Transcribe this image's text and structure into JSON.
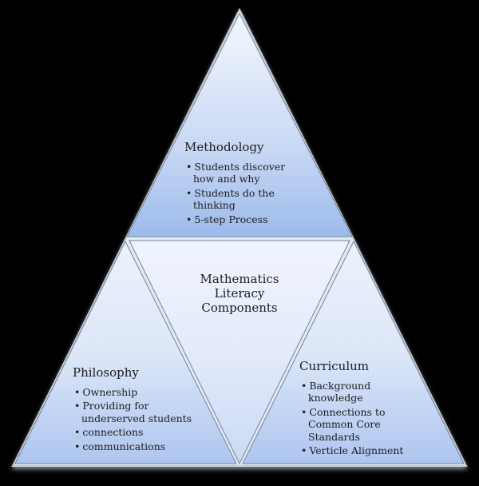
{
  "diagram": {
    "title": "Mathematics Literacy Components pyramid",
    "center": {
      "label": "Mathematics\nLiteracy\nComponents"
    },
    "sections": {
      "top": {
        "title": "Methodology",
        "bullets": [
          "Students discover\nhow and why",
          "Students do the\nthinking",
          "5-step Process"
        ]
      },
      "left": {
        "title": "Philosophy",
        "bullets": [
          "Ownership",
          "Providing for\nunderserved students",
          "connections",
          "communications"
        ]
      },
      "right": {
        "title": "Curriculum",
        "bullets": [
          "Background\nknowledge",
          "Connections to\nCommon Core\nStandards",
          "Verticle Alignment"
        ]
      }
    },
    "colors": {
      "background": "#000000",
      "outer_fill": "#e2eaf7",
      "outer_border": "#c5cbd6",
      "divider_line": "#76829b",
      "top_light": "#f4f8fe",
      "top_mid": "#c9d8f4",
      "top_dark": "#9cbbeb",
      "center_light": "#f0f4fd",
      "center_mid": "#e3ebfa",
      "center_dark": "#c9d9f4",
      "side_light": "#edf2fc",
      "side_mid": "#dde7f8",
      "side_dark": "#adc5ef",
      "text": "#1c1c1c"
    }
  }
}
